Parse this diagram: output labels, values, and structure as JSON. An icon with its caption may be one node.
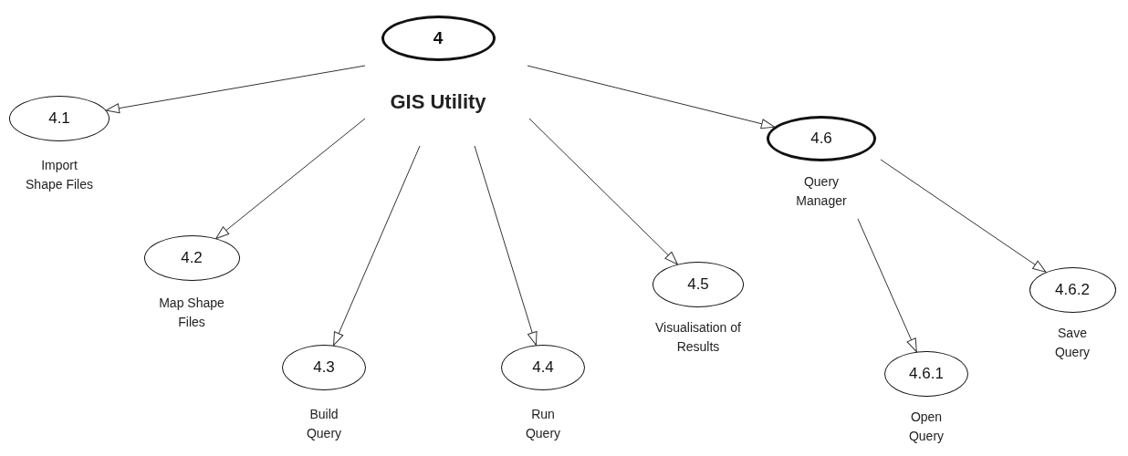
{
  "diagram": {
    "nodes": [
      {
        "text": [
          "4",
          "GIS Utility"
        ]
      },
      {
        "text": [
          "4.1",
          "Import Shape Files"
        ]
      },
      {
        "text": [
          "4.2",
          "Map Shape Files"
        ]
      },
      {
        "text": [
          "4.3",
          "Build Query"
        ]
      },
      {
        "text": [
          "4.4",
          "Run Query"
        ]
      },
      {
        "text": [
          "4.5",
          "Visualisation of Results"
        ]
      },
      {
        "text": [
          "4.6",
          "Query Manager"
        ]
      },
      {
        "text": [
          "4.6.1",
          "Open Query"
        ]
      },
      {
        "text": [
          "4.6.2",
          "Save Query"
        ]
      }
    ],
    "edges": [
      {
        "from": 0,
        "to": 1,
        "arrow": "to"
      },
      {
        "from": 0,
        "to": 2,
        "arrow": "to"
      },
      {
        "from": 0,
        "to": 3,
        "arrow": "to"
      },
      {
        "from": 0,
        "to": 4,
        "arrow": "to"
      },
      {
        "from": 0,
        "to": 5,
        "arrow": "to"
      },
      {
        "from": 0,
        "to": 6,
        "arrow": "to"
      },
      {
        "from": 6,
        "to": 7,
        "arrow": "to"
      },
      {
        "from": 6,
        "to": 8,
        "arrow": "to"
      }
    ]
  }
}
